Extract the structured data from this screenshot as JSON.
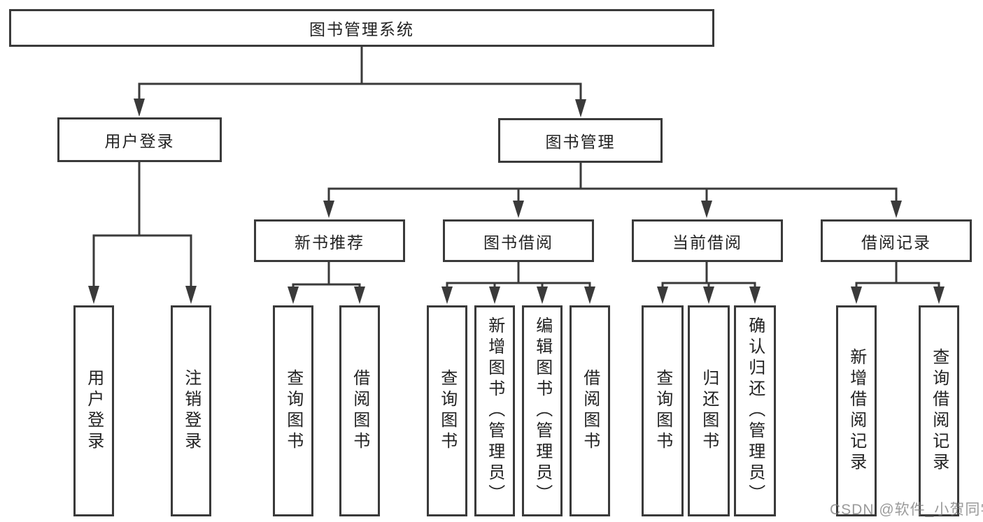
{
  "tree": {
    "root": {
      "label": "图书管理系统"
    },
    "branches": [
      {
        "label": "用户登录",
        "children": [
          {
            "label": "用户登录"
          },
          {
            "label": "注销登录"
          }
        ]
      },
      {
        "label": "图书管理",
        "children": [
          {
            "label": "新书推荐",
            "children": [
              {
                "label": "查询图书"
              },
              {
                "label": "借阅图书"
              }
            ]
          },
          {
            "label": "图书借阅",
            "children": [
              {
                "label": "查询图书"
              },
              {
                "label": "新增图书（管理员）"
              },
              {
                "label": "编辑图书（管理员）"
              },
              {
                "label": "借阅图书"
              }
            ]
          },
          {
            "label": "当前借阅",
            "children": [
              {
                "label": "查询图书"
              },
              {
                "label": "归还图书"
              },
              {
                "label": "确认归还（管理员）"
              }
            ]
          },
          {
            "label": "借阅记录",
            "children": [
              {
                "label": "新增借阅记录"
              },
              {
                "label": "查询借阅记录"
              }
            ]
          }
        ]
      }
    ]
  },
  "watermark": {
    "text": "CSDN @软件_小贺同学"
  },
  "colors": {
    "line": "#3a3a3a",
    "text": "#222222",
    "watermark": "#7d7d7d",
    "background": "#ffffff"
  }
}
